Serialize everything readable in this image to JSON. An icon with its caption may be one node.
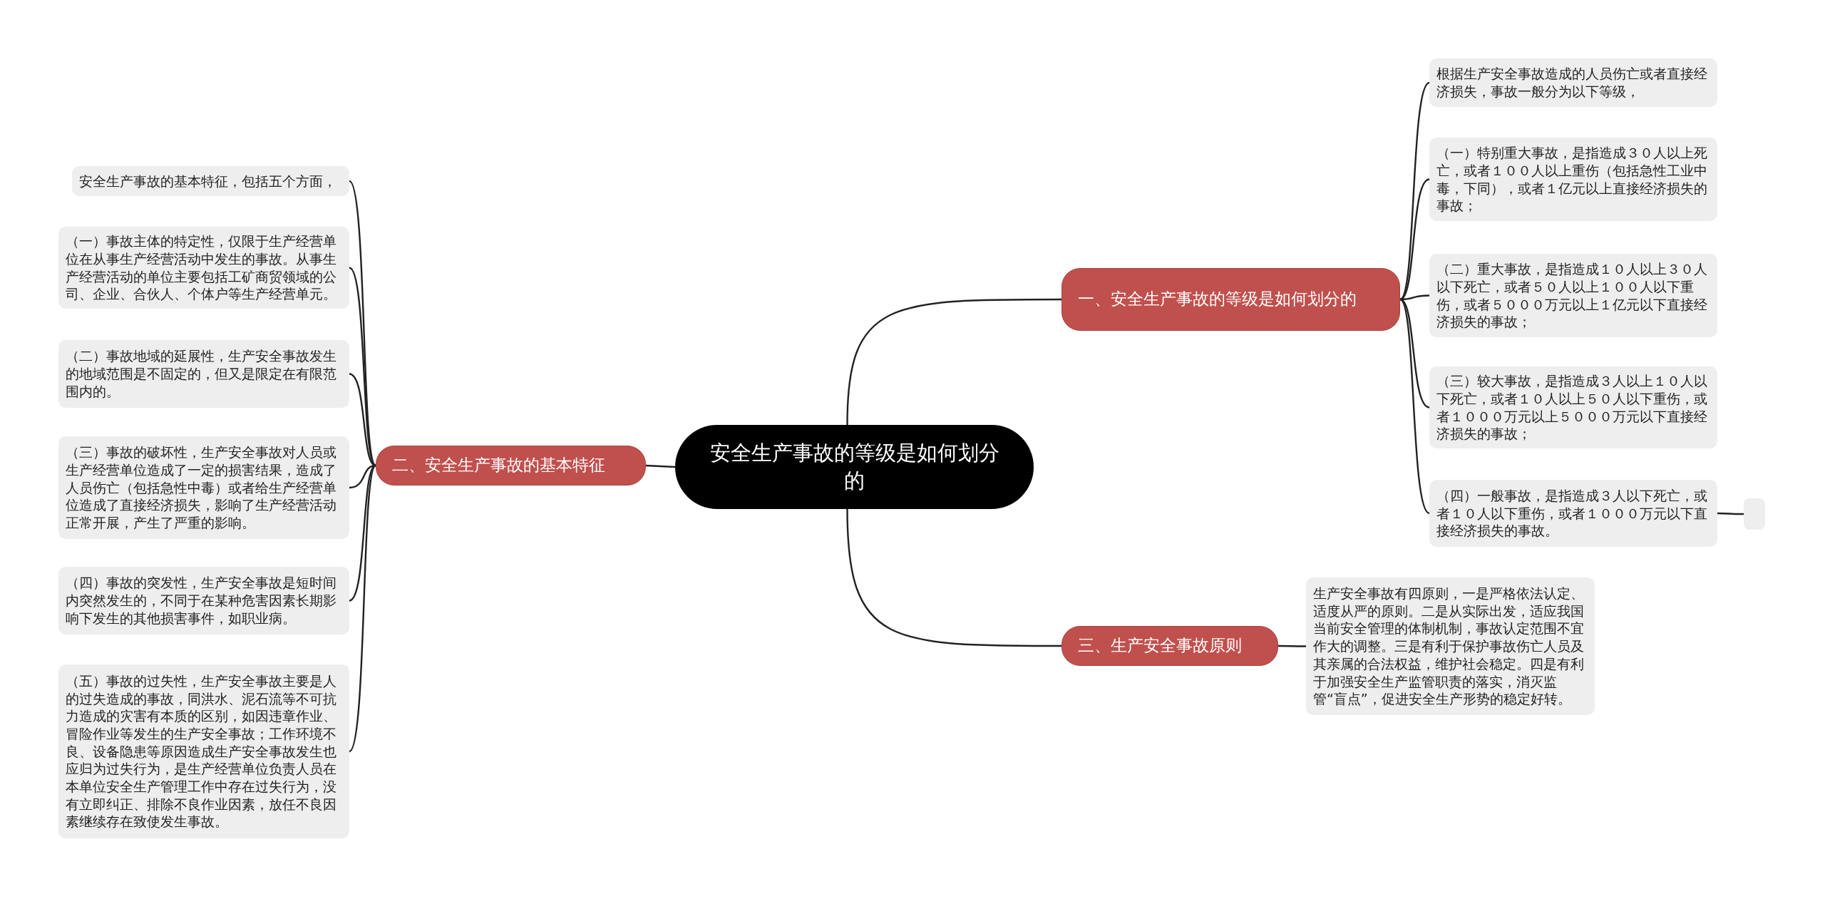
{
  "diagram": {
    "nodes": [
      {
        "text": [
          "安全生产事故的等级是如何划分的"
        ]
      },
      {
        "text": [
          "一、安全生产事故的等级是如何划分的"
        ]
      },
      {
        "text": [
          "二、安全生产事故的基本特征"
        ]
      },
      {
        "text": [
          "三、生产安全事故原则"
        ]
      },
      {
        "text": [
          "根据生产安全事故造成的人员伤亡或者直接经济损失，事故一般分为以下等级，"
        ]
      },
      {
        "text": [
          "（一）特别重大事故，是指造成３０人以上死亡，或者１００人以上重伤（包括急性工业中毒，下同），或者１亿元以上直接经济损失的事故；"
        ]
      },
      {
        "text": [
          "（二）重大事故，是指造成１０人以上３０人以下死亡，或者５０人以上１００人以下重伤，或者５０００万元以上１亿元以下直接经济损失的事故；"
        ]
      },
      {
        "text": [
          "（三）较大事故，是指造成３人以上１０人以下死亡，或者１０人以上５０人以下重伤，或者１０００万元以上５０００万元以下直接经济损失的事故；"
        ]
      },
      {
        "text": [
          "（四）一般事故，是指造成３人以下死亡，或者１０人以下重伤，或者１０００万元以下直接经济损失的事故。"
        ]
      },
      {
        "text": [],
        "shape": "box"
      },
      {
        "text": [
          "生产安全事故有四原则，一是严格依法认定、适度从严的原则。二是从实际出发，适应我国当前安全管理的体制机制，事故认定范围不宜作大的调整。三是有利于保护事故伤亡人员及其亲属的合法权益，维护社会稳定。四是有利于加强安全生产监管职责的落实，消灭监管“盲点”，促进安全生产形势的稳定好转。"
        ]
      },
      {
        "text": [
          "安全生产事故的基本特征，包括五个方面，"
        ]
      },
      {
        "text": [
          "（一）事故主体的特定性，仅限于生产经营单位在从事生产经营活动中发生的事故。从事生产经营活动的单位主要包括工矿商贸领域的公司、企业、合伙人、个体户等生产经营单元。"
        ]
      },
      {
        "text": [
          "（二）事故地域的延展性，生产安全事故发生的地域范围是不固定的，但又是限定在有限范围内的。"
        ]
      },
      {
        "text": [
          "（三）事故的破坏性，生产安全事故对人员或生产经营单位造成了一定的损害结果，造成了人员伤亡（包括急性中毒）或者给生产经营单位造成了直接经济损失，影响了生产经营活动正常开展，产生了严重的影响。"
        ]
      },
      {
        "text": [
          "（四）事故的突发性，生产安全事故是短时间内突然发生的，不同于在某种危害因素长期影响下发生的其他损害事件，如职业病。"
        ]
      },
      {
        "text": [
          "（五）事故的过失性，生产安全事故主要是人的过失造成的事故，同洪水、泥石流等不可抗力造成的灾害有本质的区别，如因违章作业、冒险作业等发生的生产安全事故；工作环境不良、设备隐患等原因造成生产安全事故发生也应归为过失行为，是生产经营单位负责人员在本单位安全生产管理工作中存在过失行为，没有立即纠正、排除不良作业因素，放任不良因素继续存在致使发生事故。"
        ]
      }
    ],
    "edges": [
      {
        "from": 0,
        "to": 1,
        "arrow": "none"
      },
      {
        "from": 0,
        "to": 2,
        "arrow": "none"
      },
      {
        "from": 0,
        "to": 3,
        "arrow": "none"
      },
      {
        "from": 1,
        "to": 4,
        "arrow": "none"
      },
      {
        "from": 1,
        "to": 5,
        "arrow": "none"
      },
      {
        "from": 1,
        "to": 6,
        "arrow": "none"
      },
      {
        "from": 1,
        "to": 7,
        "arrow": "none"
      },
      {
        "from": 1,
        "to": 8,
        "arrow": "none"
      },
      {
        "from": 8,
        "to": 9,
        "arrow": "none"
      },
      {
        "from": 3,
        "to": 10,
        "arrow": "none"
      },
      {
        "from": 2,
        "to": 11,
        "arrow": "none"
      },
      {
        "from": 2,
        "to": 12,
        "arrow": "none"
      },
      {
        "from": 2,
        "to": 13,
        "arrow": "none"
      },
      {
        "from": 2,
        "to": 14,
        "arrow": "none"
      },
      {
        "from": 2,
        "to": 15,
        "arrow": "none"
      },
      {
        "from": 2,
        "to": 16,
        "arrow": "none"
      }
    ]
  }
}
